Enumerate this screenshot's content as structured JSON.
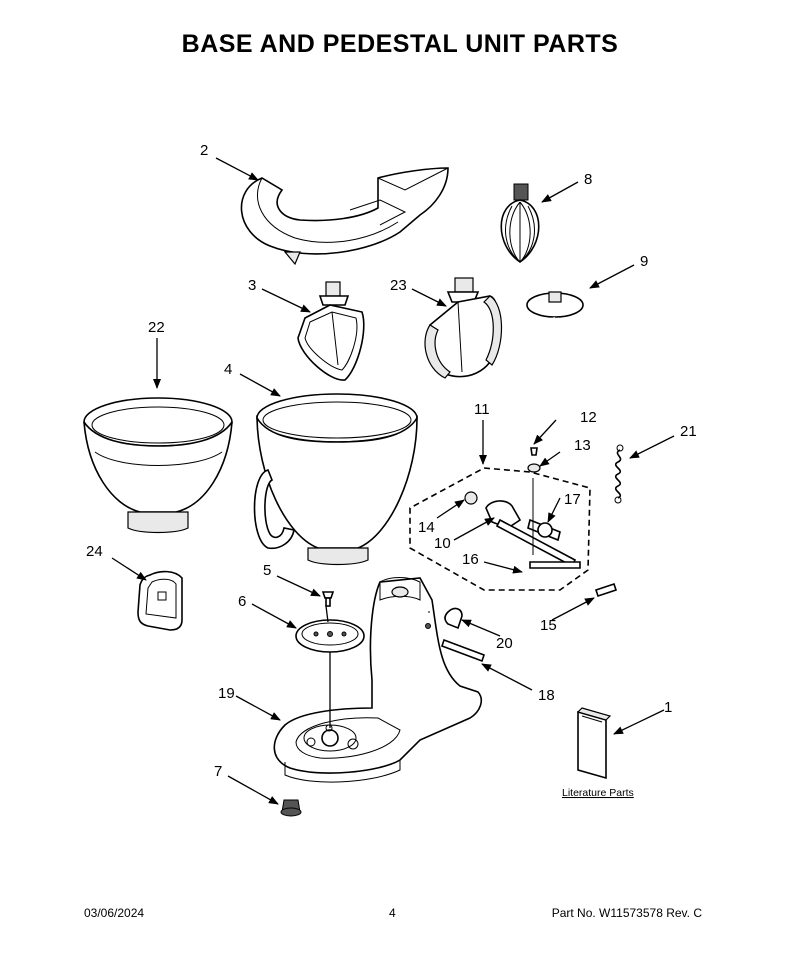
{
  "title": "BASE AND PEDESTAL UNIT PARTS",
  "callouts": [
    "1",
    "2",
    "3",
    "4",
    "5",
    "6",
    "7",
    "8",
    "9",
    "10",
    "11",
    "12",
    "13",
    "14",
    "15",
    "16",
    "17",
    "18",
    "19",
    "20",
    "21",
    "22",
    "23",
    "24"
  ],
  "literature_label": "Literature Parts",
  "footer": {
    "date": "03/06/2024",
    "page": "4",
    "part_number": "Part No.  W11573578  Rev.  C"
  }
}
